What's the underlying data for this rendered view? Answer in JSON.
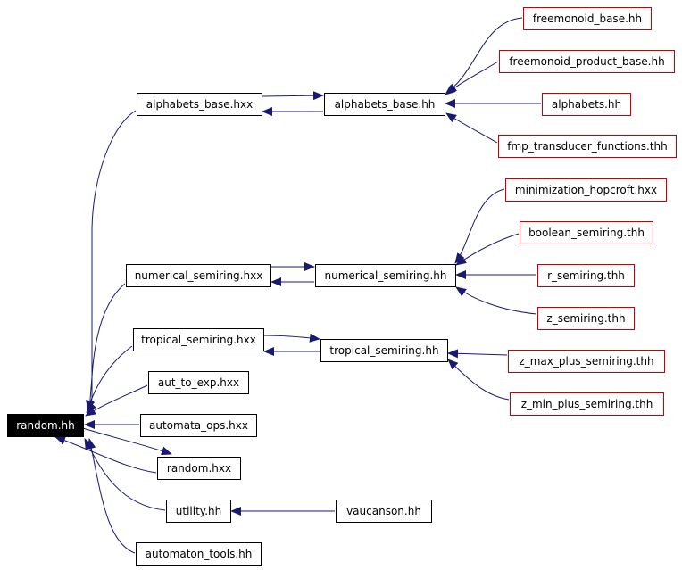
{
  "graph": {
    "nodes": [
      {
        "id": "random_hh",
        "label": "random.hh",
        "style": "root"
      },
      {
        "id": "alphabets_base_hxx",
        "label": "alphabets_base.hxx",
        "style": "normal"
      },
      {
        "id": "alphabets_base_hh",
        "label": "alphabets_base.hh",
        "style": "normal"
      },
      {
        "id": "freemonoid_base_hh",
        "label": "freemonoid_base.hh",
        "style": "external"
      },
      {
        "id": "freemonoid_product_base_hh",
        "label": "freemonoid_product_base.hh",
        "style": "external"
      },
      {
        "id": "alphabets_hh",
        "label": "alphabets.hh",
        "style": "external"
      },
      {
        "id": "fmp_transducer_functions_thh",
        "label": "fmp_transducer_functions.thh",
        "style": "external"
      },
      {
        "id": "minimization_hopcroft_hxx",
        "label": "minimization_hopcroft.hxx",
        "style": "external"
      },
      {
        "id": "boolean_semiring_thh",
        "label": "boolean_semiring.thh",
        "style": "external"
      },
      {
        "id": "numerical_semiring_hxx",
        "label": "numerical_semiring.hxx",
        "style": "normal"
      },
      {
        "id": "numerical_semiring_hh",
        "label": "numerical_semiring.hh",
        "style": "normal"
      },
      {
        "id": "r_semiring_thh",
        "label": "r_semiring.thh",
        "style": "external"
      },
      {
        "id": "z_semiring_thh",
        "label": "z_semiring.thh",
        "style": "external"
      },
      {
        "id": "tropical_semiring_hxx",
        "label": "tropical_semiring.hxx",
        "style": "normal"
      },
      {
        "id": "tropical_semiring_hh",
        "label": "tropical_semiring.hh",
        "style": "normal"
      },
      {
        "id": "z_max_plus_semiring_thh",
        "label": "z_max_plus_semiring.thh",
        "style": "external"
      },
      {
        "id": "z_min_plus_semiring_thh",
        "label": "z_min_plus_semiring.thh",
        "style": "external"
      },
      {
        "id": "aut_to_exp_hxx",
        "label": "aut_to_exp.hxx",
        "style": "normal"
      },
      {
        "id": "automata_ops_hxx",
        "label": "automata_ops.hxx",
        "style": "normal"
      },
      {
        "id": "random_hxx",
        "label": "random.hxx",
        "style": "normal"
      },
      {
        "id": "utility_hh",
        "label": "utility.hh",
        "style": "normal"
      },
      {
        "id": "vaucanson_hh",
        "label": "vaucanson.hh",
        "style": "normal"
      },
      {
        "id": "automaton_tools_hh",
        "label": "automaton_tools.hh",
        "style": "normal"
      }
    ],
    "edges": [
      {
        "from": "alphabets_base_hxx",
        "to": "random_hh"
      },
      {
        "from": "numerical_semiring_hxx",
        "to": "random_hh"
      },
      {
        "from": "tropical_semiring_hxx",
        "to": "random_hh"
      },
      {
        "from": "aut_to_exp_hxx",
        "to": "random_hh"
      },
      {
        "from": "automata_ops_hxx",
        "to": "random_hh"
      },
      {
        "from": "random_hxx",
        "to": "random_hh"
      },
      {
        "from": "random_hh",
        "to": "random_hxx"
      },
      {
        "from": "utility_hh",
        "to": "random_hh"
      },
      {
        "from": "automaton_tools_hh",
        "to": "random_hh"
      },
      {
        "from": "alphabets_base_hxx",
        "to": "alphabets_base_hh"
      },
      {
        "from": "alphabets_base_hh",
        "to": "alphabets_base_hxx"
      },
      {
        "from": "freemonoid_base_hh",
        "to": "alphabets_base_hh"
      },
      {
        "from": "freemonoid_product_base_hh",
        "to": "alphabets_base_hh"
      },
      {
        "from": "alphabets_hh",
        "to": "alphabets_base_hh"
      },
      {
        "from": "fmp_transducer_functions_thh",
        "to": "alphabets_base_hh"
      },
      {
        "from": "numerical_semiring_hxx",
        "to": "numerical_semiring_hh"
      },
      {
        "from": "numerical_semiring_hh",
        "to": "numerical_semiring_hxx"
      },
      {
        "from": "minimization_hopcroft_hxx",
        "to": "numerical_semiring_hh"
      },
      {
        "from": "boolean_semiring_thh",
        "to": "numerical_semiring_hh"
      },
      {
        "from": "r_semiring_thh",
        "to": "numerical_semiring_hh"
      },
      {
        "from": "z_semiring_thh",
        "to": "numerical_semiring_hh"
      },
      {
        "from": "tropical_semiring_hxx",
        "to": "tropical_semiring_hh"
      },
      {
        "from": "tropical_semiring_hh",
        "to": "tropical_semiring_hxx"
      },
      {
        "from": "z_max_plus_semiring_thh",
        "to": "tropical_semiring_hh"
      },
      {
        "from": "z_min_plus_semiring_thh",
        "to": "tropical_semiring_hh"
      },
      {
        "from": "vaucanson_hh",
        "to": "utility_hh"
      }
    ],
    "colors": {
      "root_fill": "#000000",
      "root_text": "#ffffff",
      "normal_border": "#000000",
      "external_border": "#cc0000",
      "edge": "#191970",
      "text": "#000000",
      "background": "#ffffff"
    }
  }
}
